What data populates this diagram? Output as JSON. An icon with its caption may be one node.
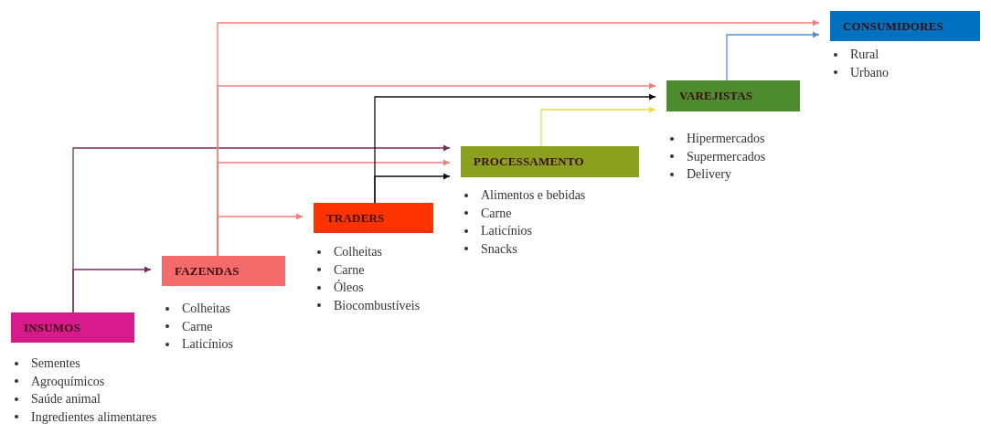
{
  "diagram": {
    "nodes": [
      {
        "text": [
          "INSUMOS"
        ],
        "beside": [
          "Sementes",
          "Agroquímicos",
          "Saúde animal",
          "Ingredientes alimentares"
        ]
      },
      {
        "text": [
          "FAZENDAS"
        ],
        "beside": [
          "Colheitas",
          "Carne",
          "Laticínios"
        ]
      },
      {
        "text": [
          "TRADERS"
        ],
        "beside": [
          "Colheitas",
          "Carne",
          "Óleos",
          "Biocombustíveis"
        ]
      },
      {
        "text": [
          "PROCESSAMENTO"
        ],
        "beside": [
          "Alimentos e bebidas",
          "Carne",
          "Laticínios",
          "Snacks"
        ]
      },
      {
        "text": [
          "VAREJISTAS"
        ],
        "beside": [
          "Hipermercados",
          "Supermercados",
          "Delivery"
        ]
      },
      {
        "text": [
          "CONSUMIDORES"
        ],
        "beside": [
          "Rural",
          "Urbano"
        ]
      }
    ],
    "edges": [
      {
        "from": 0,
        "to": 1,
        "arrow": "to",
        "color": "#7b2c5e"
      },
      {
        "from": 0,
        "to": 3,
        "arrow": "to",
        "color": "#7b2c5e"
      },
      {
        "from": 1,
        "to": 2,
        "arrow": "to",
        "color": "#f07c7c"
      },
      {
        "from": 1,
        "to": 3,
        "arrow": "to",
        "color": "#f07c7c"
      },
      {
        "from": 1,
        "to": 4,
        "arrow": "to",
        "color": "#f07c7c"
      },
      {
        "from": 1,
        "to": 5,
        "arrow": "to",
        "color": "#f07c7c"
      },
      {
        "from": 2,
        "to": 3,
        "arrow": "to",
        "color": "#111111"
      },
      {
        "from": 2,
        "to": 4,
        "arrow": "to",
        "color": "#111111"
      },
      {
        "from": 3,
        "to": 4,
        "arrow": "to",
        "color": "#f2d94a"
      },
      {
        "from": 4,
        "to": 5,
        "arrow": "to",
        "color": "#5b8dd6"
      }
    ]
  }
}
